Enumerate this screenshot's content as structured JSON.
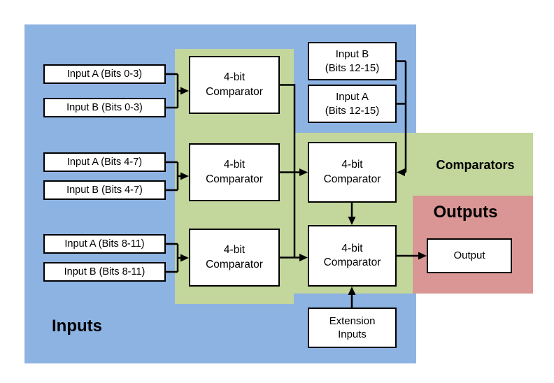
{
  "region_labels": {
    "inputs": "Inputs",
    "comparators": "Comparators",
    "outputs": "Outputs"
  },
  "colors": {
    "inputs_region": "#8DB3E2",
    "comparators_region": "#C3D69B",
    "outputs_region": "#D99694",
    "box_fill": "#FFFFFF",
    "box_border": "#000000",
    "wire": "#000000"
  },
  "input_boxes": {
    "a_bits_0_3": "Input A (Bits 0-3)",
    "b_bits_0_3": "Input B (Bits 0-3)",
    "a_bits_4_7": "Input A (Bits 4-7)",
    "b_bits_4_7": "Input B (Bits 4-7)",
    "a_bits_8_11": "Input A (Bits 8-11)",
    "b_bits_8_11": "Input B (Bits 8-11)",
    "b_bits_12_15": {
      "line1": "Input B",
      "line2": "(Bits 12-15)"
    },
    "a_bits_12_15": {
      "line1": "Input A",
      "line2": "(Bits 12-15)"
    }
  },
  "comparator_box": {
    "line1": "4-bit",
    "line2": "Comparator"
  },
  "output_box": {
    "label": "Output"
  },
  "extension_box": {
    "line1": "Extension",
    "line2": "Inputs"
  }
}
